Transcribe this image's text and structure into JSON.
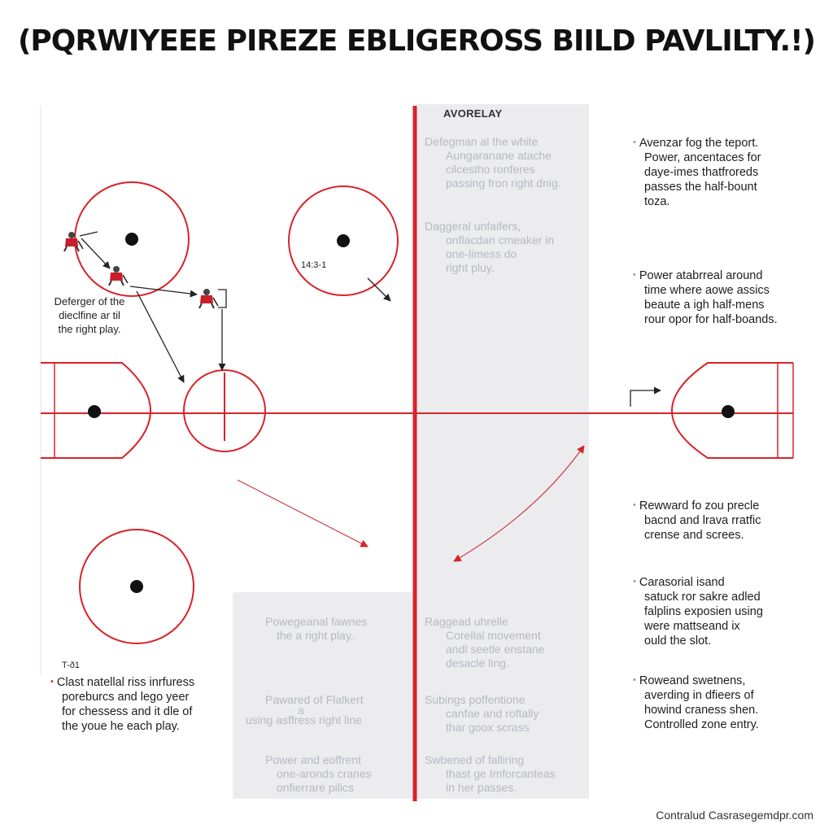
{
  "title": "(PQRWIYEEE PIREZE EBLIGEROSS BIILD PAVLILTY.!)",
  "overlay_title": "AVORELAY",
  "defender_label": [
    "Deferger of the",
    "dieclfine ar til",
    "the right play."
  ],
  "small_label_1": "14:3-1",
  "small_label_2": "T-ð1",
  "overlay_blocks": [
    [
      "Defegman al the white",
      "Aungaranane atache",
      "cilcestho ronferes",
      "passing fron right dnig."
    ],
    [
      "Daggeral unfaifers,",
      "onflacdan cmeaker in",
      "one-limess do",
      "right pluy."
    ]
  ],
  "bottom_left_blocks": [
    [
      "Powegeanal fawnes",
      "the a right play."
    ],
    [
      "Pawared of Flalkert",
      "a",
      "using asffress right line"
    ],
    [
      "Power and eoffrent",
      "one-aronds cranes",
      "onfierrare pilics"
    ]
  ],
  "bottom_right_blocks": [
    [
      "Raggead uhrelle",
      "Corellal movement",
      "andl seetle enstane",
      "desacle ling."
    ],
    [
      "Subings poffentione",
      "canfae and roftally",
      "thar goox scrass"
    ],
    [
      "Swbened of falliring",
      "thast ge Imforcanteas",
      "in her passes."
    ]
  ],
  "right_notes": [
    [
      "Avenzar fog the teport.",
      "Power, ancentaces for",
      "daye-imes thatfroreds",
      "passes the half-bount",
      "toza."
    ],
    [
      "Power atabrreal around",
      "time where aowe assics",
      "beaute a igh half-mens",
      "rour opor for half-boands."
    ],
    [
      "Rewward fo zou precle",
      "bacnd and lrava rratfic",
      "crense and screes."
    ],
    [
      "Carasorial isand",
      "satuck ror sakre adled",
      "falplins exposien using",
      "were mattseand ix",
      "ould the slot."
    ],
    [
      "Roweand swetnens,",
      "averding in dfieers of",
      "howind craness shen.",
      "Controlled zone entry."
    ]
  ],
  "left_note": [
    "Clast natellal riss inrfuress",
    "poreburcs and lego yeer",
    "for chessess and it dle of",
    "the youe he each play."
  ],
  "footer": "Contralud Casrasegemdpr.com",
  "colors": {
    "rink_red": "#d8232a",
    "panel_gray": "#ececef",
    "arrow": "#222222",
    "player_red": "#c8202a"
  },
  "icons": [
    "player-icon",
    "arrow-icon"
  ]
}
